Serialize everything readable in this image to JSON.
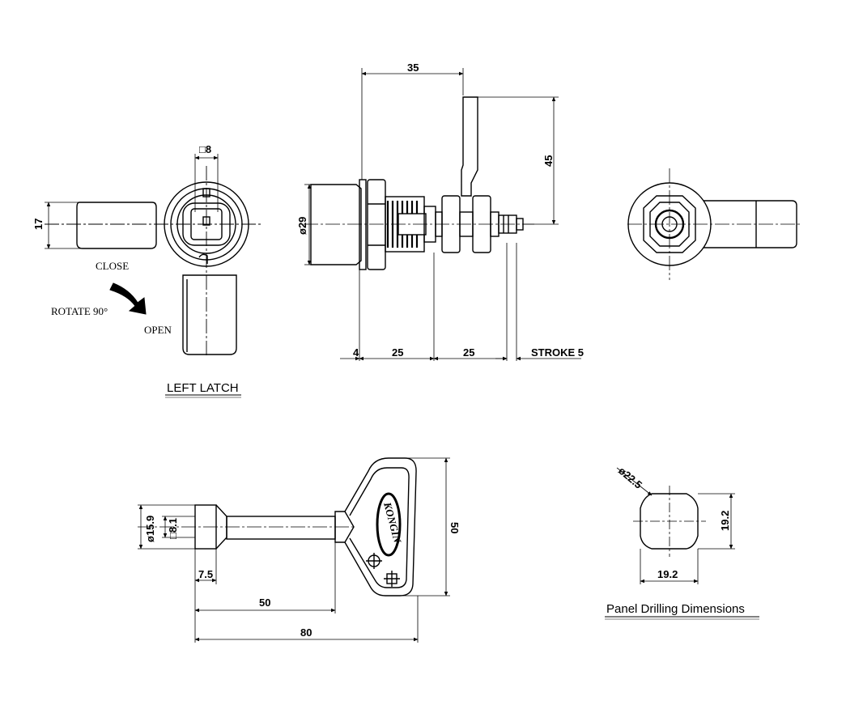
{
  "left_view": {
    "square_label": "□8",
    "height_label": "17",
    "close_label": "CLOSE",
    "rotate_label": "ROTATE 90°",
    "open_label": "OPEN",
    "caption": "LEFT LATCH"
  },
  "side_view": {
    "top_width": "35",
    "latch_height": "45",
    "diameter": "ø29",
    "flange": "4",
    "body_length": "25",
    "shaft_length": "25",
    "stroke": "STROKE  5"
  },
  "key_view": {
    "diameter": "ø15.9",
    "square": "□8.1",
    "tip_length": "7.5",
    "shaft_length": "50",
    "overall_length": "80",
    "height": "50",
    "brand": "KONGIN"
  },
  "panel": {
    "diameter": "ø22.5",
    "height": "19.2",
    "width": "19.2",
    "caption": "Panel Drilling Dimensions"
  },
  "colors": {
    "line": "#000000",
    "fill": "#ffffff",
    "arrow": "#000000"
  }
}
